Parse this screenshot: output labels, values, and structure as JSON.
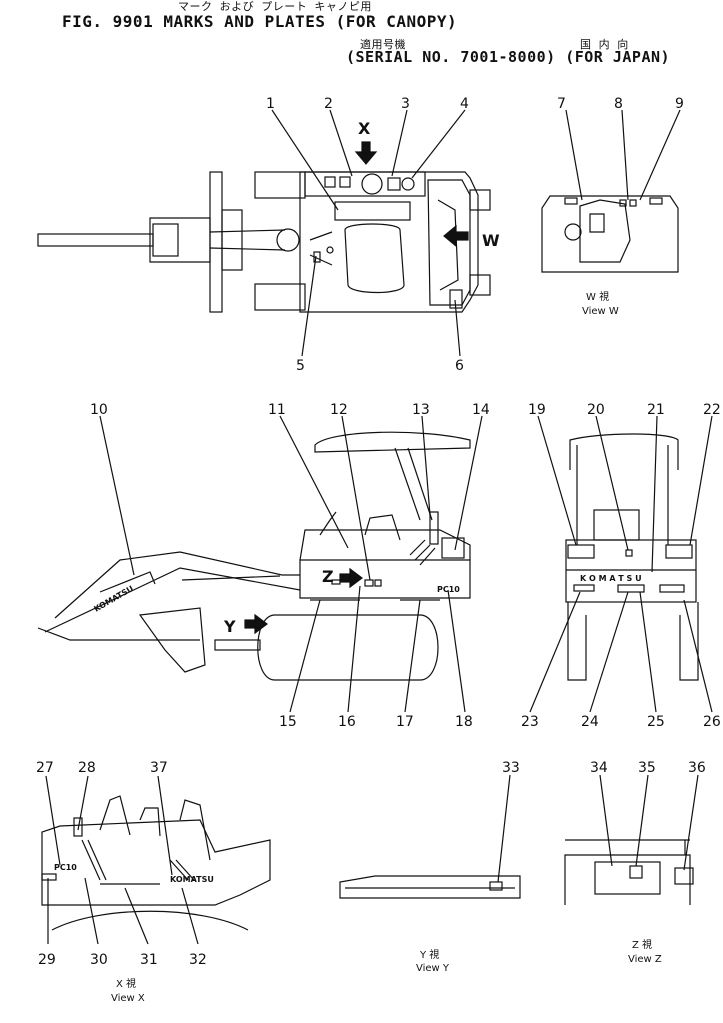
{
  "header": {
    "title": "FIG. 9901  MARKS AND PLATES (FOR CANOPY)",
    "jp_title": "マーク  および  プレート        キャノピ用",
    "jp_serial": "適用号機",
    "jp_country": "国 内 向",
    "subtitle": "(SERIAL  NO. 7001-8000)  (FOR JAPAN)"
  },
  "callouts": [
    "1",
    "2",
    "3",
    "4",
    "5",
    "6",
    "7",
    "8",
    "9",
    "10",
    "11",
    "12",
    "13",
    "14",
    "15",
    "16",
    "17",
    "18",
    "19",
    "20",
    "21",
    "22",
    "23",
    "24",
    "25",
    "26",
    "27",
    "28",
    "29",
    "30",
    "31",
    "32",
    "33",
    "34",
    "35",
    "36",
    "37"
  ],
  "view_arrows": {
    "x": "X",
    "w": "W",
    "y": "Y",
    "z": "Z"
  },
  "views": {
    "w": {
      "jp": "W  視",
      "en": "View  W"
    },
    "x": {
      "jp": "X  視",
      "en": "View  X"
    },
    "y": {
      "jp": "Y  視",
      "en": "View  Y"
    },
    "z": {
      "jp": "Z  視",
      "en": "View  Z"
    }
  },
  "plates": {
    "komatsu_rear": "K O M A T S U",
    "komatsu_side": "KOMATSU",
    "komatsu_boom": "KOMATSU",
    "model": "PC10"
  }
}
